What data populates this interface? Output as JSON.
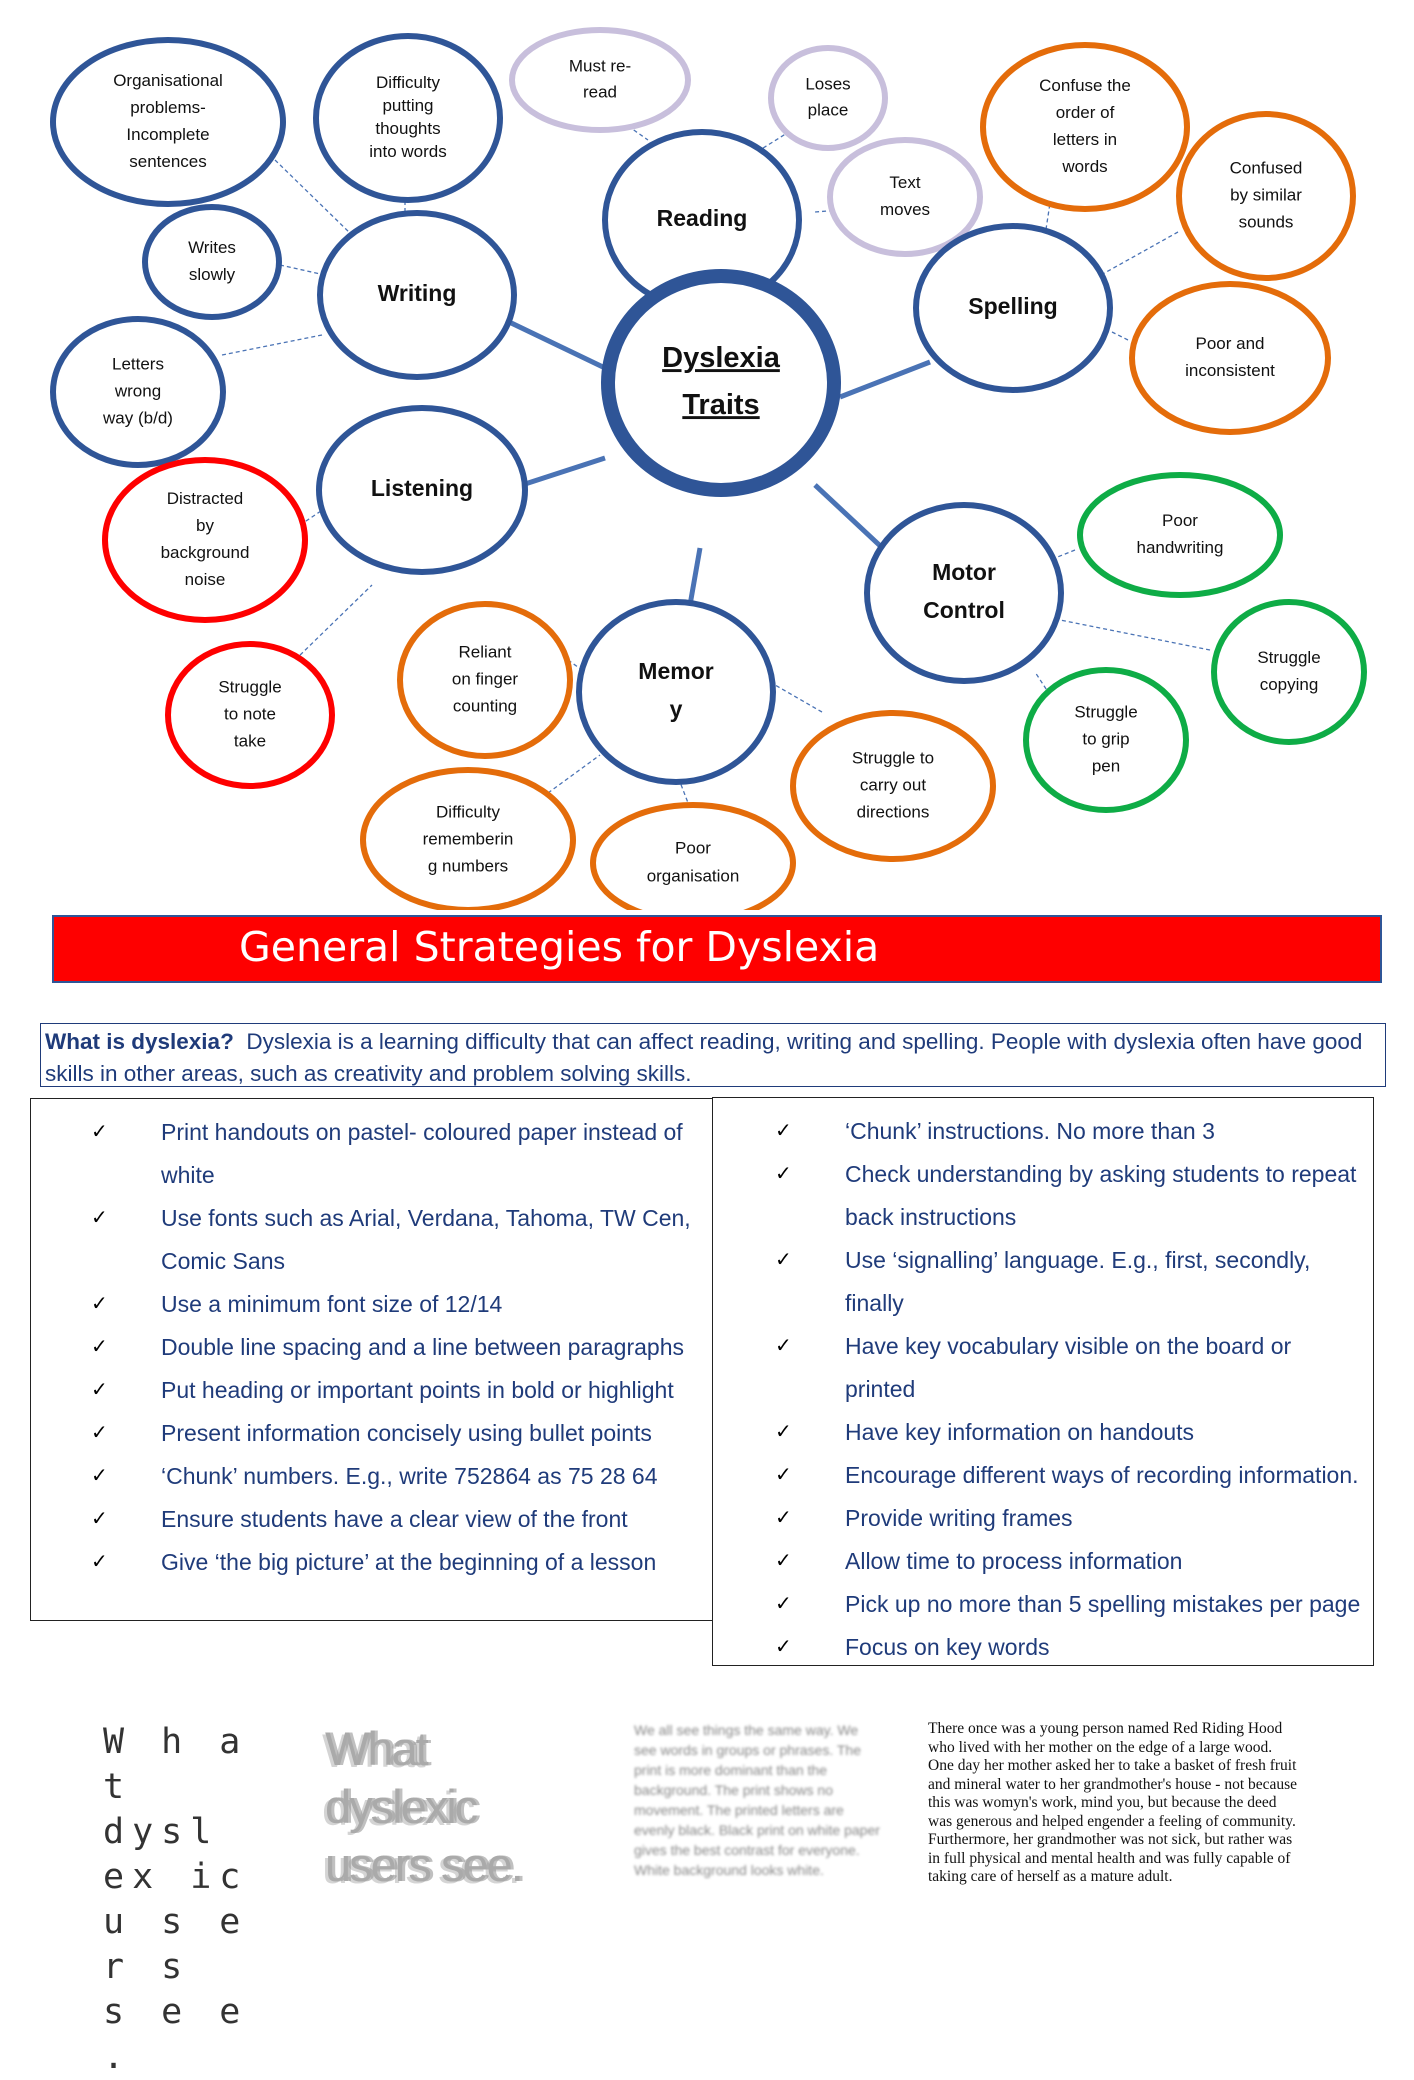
{
  "diagram": {
    "center": [
      "Dyslexia",
      "Traits"
    ],
    "hubs": {
      "reading": [
        "Reading"
      ],
      "writing": [
        "Writing"
      ],
      "spelling": [
        "Spelling"
      ],
      "listening": [
        "Listening"
      ],
      "memory": [
        "Memor",
        "y"
      ],
      "motor": [
        "Motor",
        "Control"
      ]
    },
    "leaves": {
      "organisational": [
        "Organisational",
        "problems-",
        "Incomplete",
        "sentences"
      ],
      "difficulty_thoughts": [
        "Difficulty",
        "putting",
        "thoughts",
        "into words"
      ],
      "must_reread": [
        "Must re-",
        "read"
      ],
      "loses_place": [
        "Loses",
        "place"
      ],
      "text_moves": [
        "Text",
        "moves"
      ],
      "confuse_order": [
        "Confuse the",
        "order of",
        "letters in",
        "words"
      ],
      "confused_similar": [
        "Confused",
        "by similar",
        "sounds"
      ],
      "poor_inconsistent": [
        "Poor and",
        "inconsistent"
      ],
      "writes_slowly": [
        "Writes",
        "slowly"
      ],
      "letters_wrong": [
        "Letters",
        "wrong",
        "way (b/d)"
      ],
      "distracted": [
        "Distracted",
        "by",
        "background",
        "noise"
      ],
      "struggle_note": [
        "Struggle",
        "to note",
        "take"
      ],
      "reliant_finger": [
        "Reliant",
        "on finger",
        "counting"
      ],
      "difficulty_numbers": [
        "Difficulty",
        "rememberin",
        "g numbers"
      ],
      "poor_organisation": [
        "Poor",
        "organisation"
      ],
      "struggle_directions": [
        "Struggle to",
        "carry out",
        "directions"
      ],
      "poor_handwriting": [
        "Poor",
        "handwriting"
      ],
      "struggle_copying": [
        "Struggle",
        "copying"
      ],
      "struggle_grip": [
        "Struggle",
        "to grip",
        "pen"
      ]
    },
    "colors": {
      "navy": "#2f5597",
      "lavender": "#c8bfdc",
      "orange": "#e46c0a",
      "red": "#fe0000",
      "green": "#0eac46"
    }
  },
  "title": "General Strategies for Dyslexia",
  "definition": {
    "term": "What is dyslexia?",
    "text": "Dyslexia is a learning difficulty that can affect reading, writing and spelling. People with dyslexia often have good skills in other areas, such as creativity and problem solving skills."
  },
  "strategies_left": [
    "Print handouts on pastel- coloured paper instead of white",
    "Use fonts such as Arial, Verdana, Tahoma, TW Cen, Comic Sans",
    "Use a minimum font size of 12/14",
    "Double line spacing and a line between paragraphs",
    "Put heading or important points in bold or highlight",
    "Present information concisely using bullet points",
    "‘Chunk’ numbers. E.g., write 752864 as 75 28 64",
    "Ensure students have a clear view of the front",
    "Give ‘the big picture’ at the beginning of a lesson"
  ],
  "strategies_right": [
    "‘Chunk’ instructions. No more than 3",
    "Check understanding by asking students to repeat back instructions",
    "Use ‘signalling’ language. E.g., first, secondly, finally",
    "Have key vocabulary visible on the board or printed",
    "Have key information on handouts",
    "Encourage different ways of recording information.",
    "Provide writing frames",
    "Allow time to process information",
    "Pick up no more than 5 spelling mistakes per page",
    "Focus on key words"
  ],
  "tick_glyph": "✓",
  "samples": {
    "spaced": [
      "W h a t",
      "dysl ex ic",
      "u s e r s",
      "s e e ."
    ],
    "blurred": [
      "What",
      "dyslexic",
      "users see."
    ],
    "blur_text": "We all see things the same way. We see words in groups or phrases. The print is more dominant than the background. The print shows no movement. The printed letters are evenly black. Black print on white paper gives the best contrast for everyone. White background looks white.",
    "mixed_text": "There once was a young person named Red Riding Hood who lived with her mother on the edge of a large wood. One day her mother asked her to take a basket of fresh fruit and mineral water to her grandmother's house - not because this was womyn's work, mind you, but because the deed was generous and helped engender a feeling of community. Furthermore, her grandmother was not sick, but rather was in full physical and mental health and was fully capable of taking care of herself as a mature adult."
  }
}
